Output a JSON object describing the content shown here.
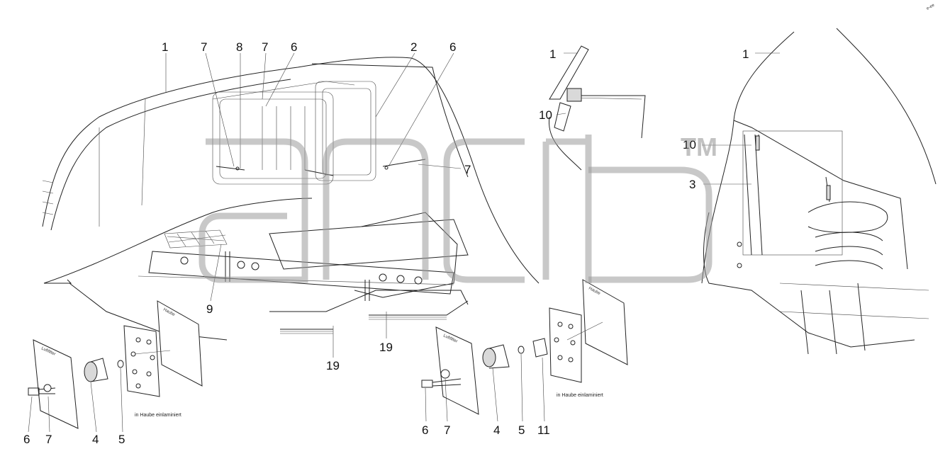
{
  "diagram": {
    "callouts_left": [
      "1",
      "7",
      "8",
      "7",
      "6",
      "2",
      "6",
      "7",
      "9",
      "19",
      "19"
    ],
    "callouts_middle": [
      "1",
      "10"
    ],
    "callouts_right": [
      "1",
      "10",
      "3"
    ],
    "callouts_bottom_left": [
      "6",
      "7",
      "4",
      "5"
    ],
    "callouts_bottom_middle": [
      "6",
      "7",
      "4",
      "5",
      "11"
    ],
    "pad_label_left": "Luftfilter",
    "pad_label_right": "Luftfilter",
    "sheet_label_left": "Haube",
    "sheet_label_right": "Haube",
    "note_left": "in Haube einlaminiert",
    "note_right": "in Haube einlaminiert",
    "corner_mark": "e-ee",
    "watermark_mark": "TM"
  }
}
